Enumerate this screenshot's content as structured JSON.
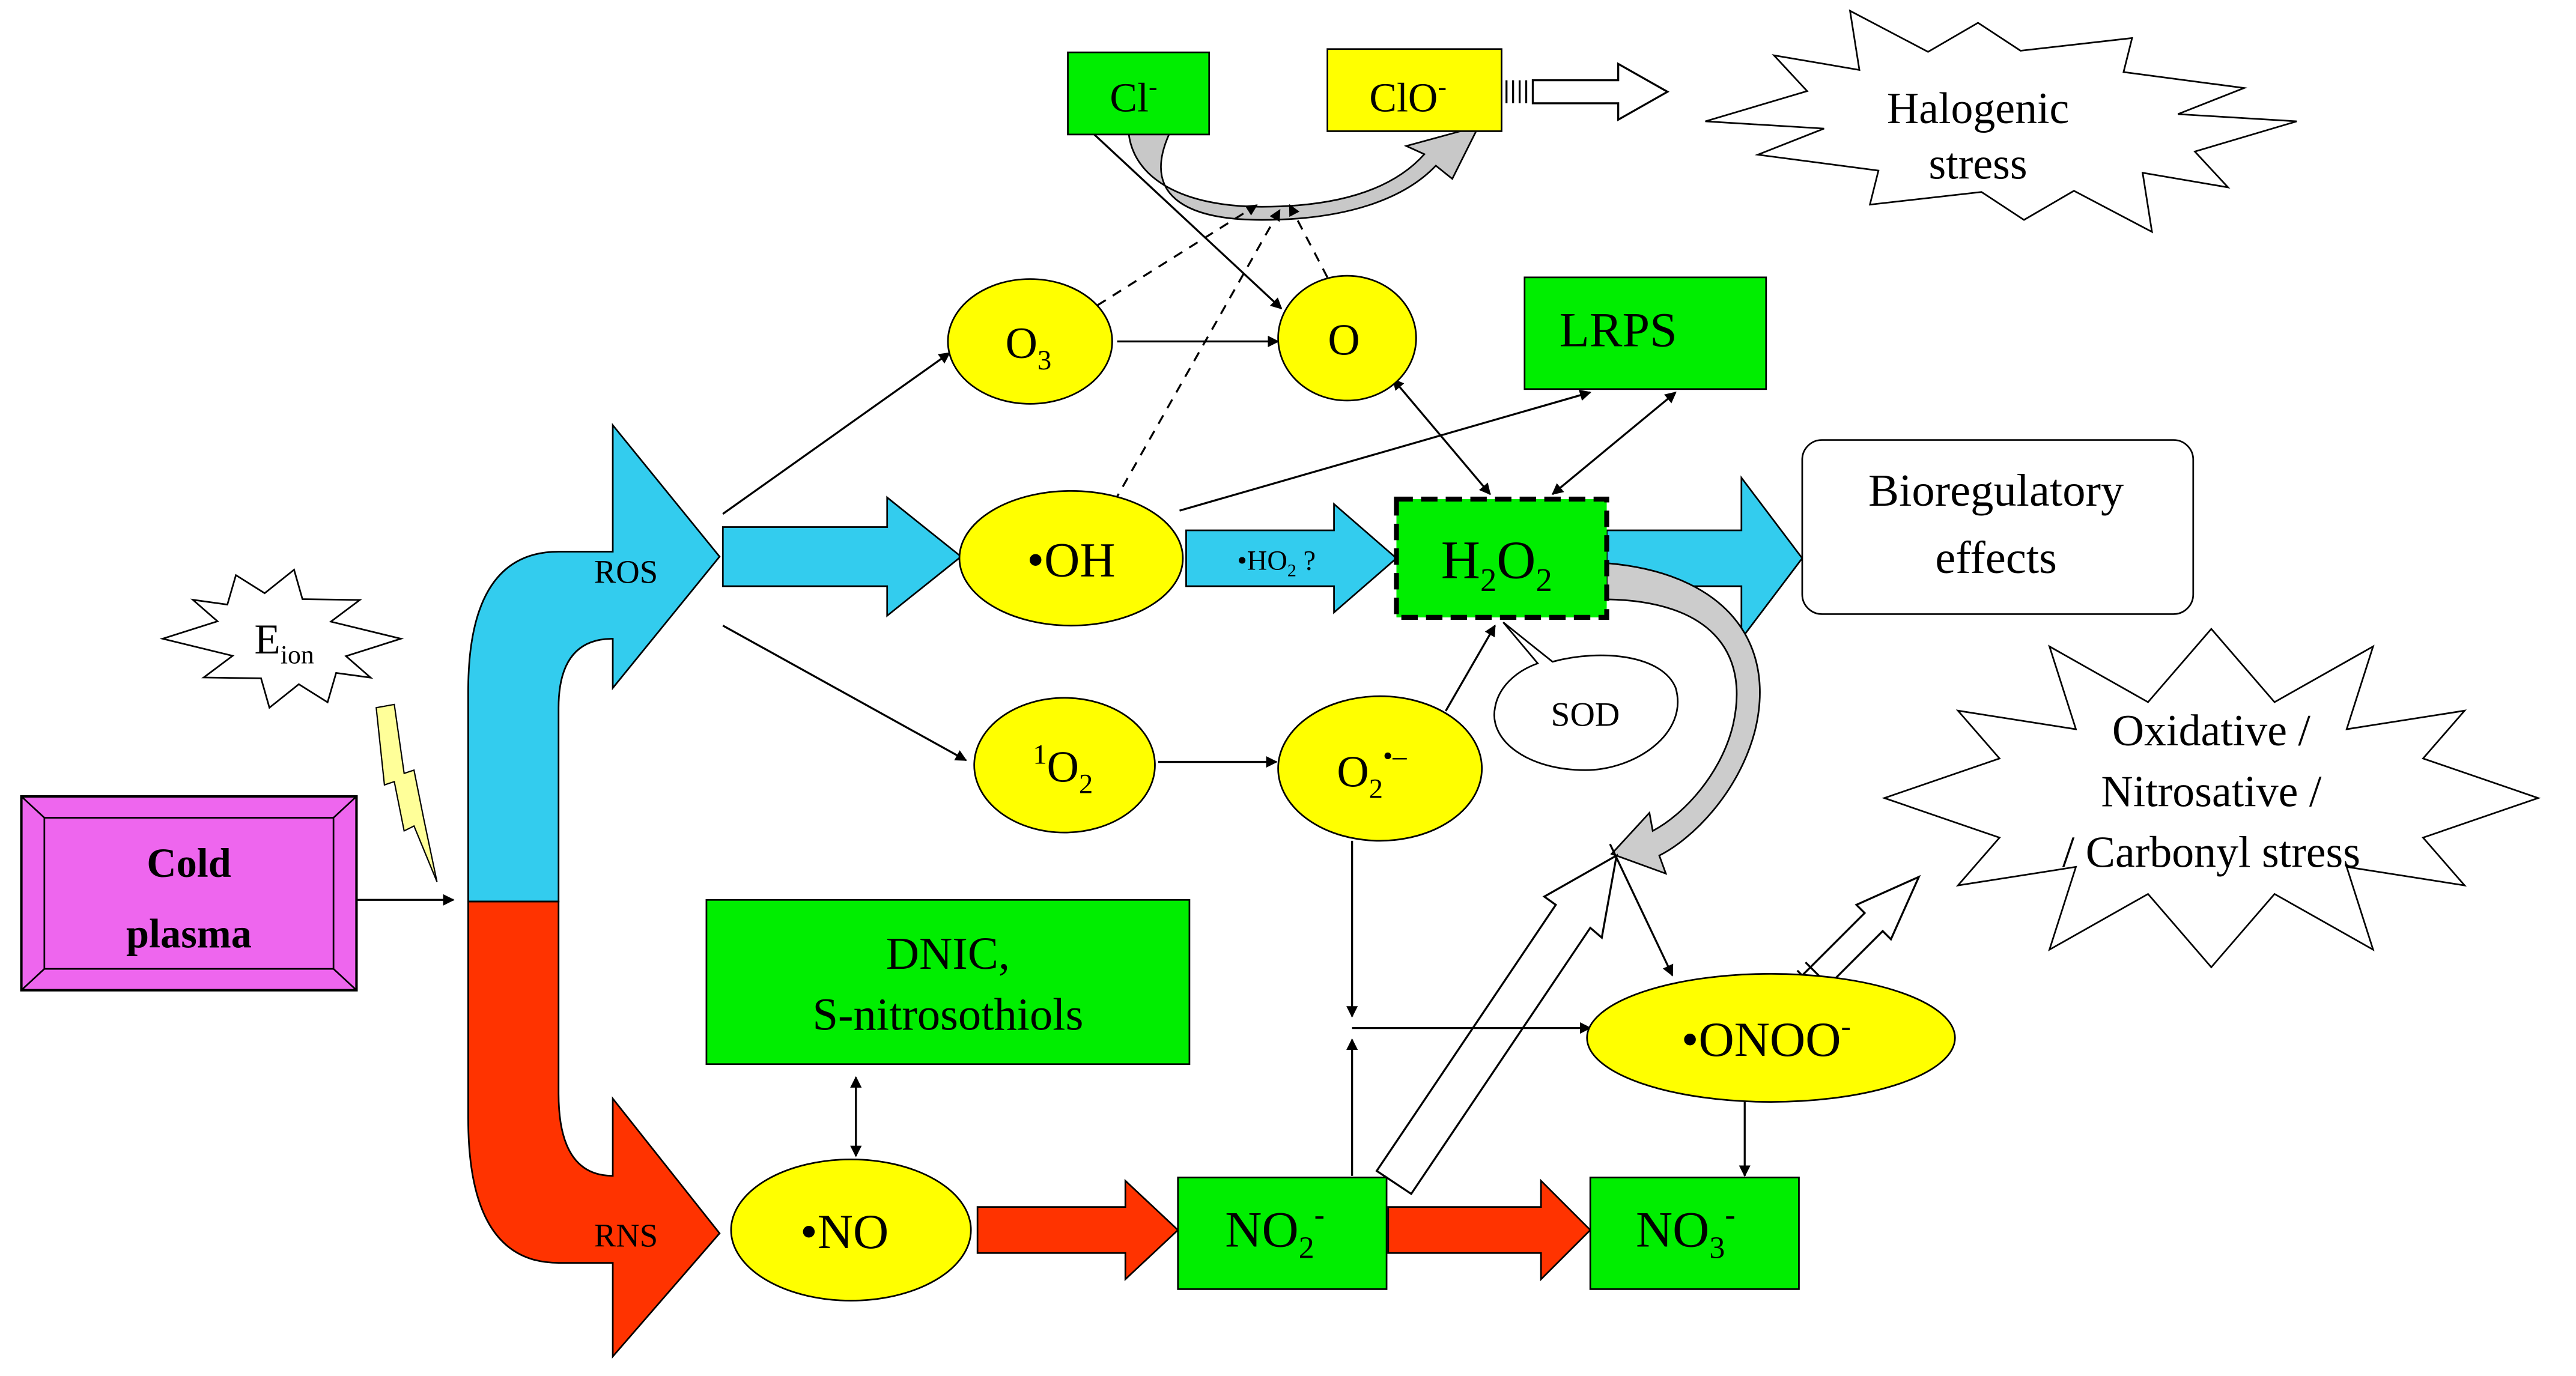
{
  "nodes": {
    "cold_plasma": {
      "line1": "Cold",
      "line2": "plasma"
    },
    "e_ion": {
      "base": "E",
      "sub": "ion"
    },
    "ros": "ROS",
    "rns": "RNS",
    "o3": {
      "base": "O",
      "sub": "3"
    },
    "oh": "•OH",
    "singlet_o2": {
      "sup": "1",
      "base": "O",
      "sub": "2"
    },
    "no": "•NO",
    "o_atom": "O",
    "superoxide": {
      "base": "O",
      "sub": "2",
      "sup": "•–"
    },
    "onoo": {
      "base": "•ONOO",
      "sup": "-"
    },
    "h2o2": {
      "p1": "H",
      "s1": "2",
      "p2": "O",
      "s2": "2"
    },
    "cl": {
      "base": "Cl",
      "sup": "-"
    },
    "clo": {
      "base": "ClO",
      "sup": "-"
    },
    "lrps": "LRPS",
    "dnic": {
      "line1": "DNIC,",
      "line2": "S-nitrosothiols"
    },
    "no2": {
      "base": "NO",
      "sub": "2",
      "sup": "-"
    },
    "no3": {
      "base": "NO",
      "sub": "3",
      "sup": "-"
    },
    "ho2": {
      "pre": "•HO",
      "sub": "2",
      "post": " ?"
    },
    "sod": "SOD",
    "bioregulatory": {
      "line1": "Bioregulatory",
      "line2": "effects"
    },
    "halogenic": {
      "line1": "Halogenic",
      "line2": "stress"
    },
    "oxidative": {
      "line1": "Oxidative /",
      "line2": "Nitrosative /",
      "line3": "/ Carbonyl stress"
    }
  },
  "colors": {
    "ros_cyan": "#33ccee",
    "rns_red": "#ff3300",
    "species_yellow": "#ffff00",
    "product_green": "#00ee00",
    "plasma_magenta": "#ee66ee",
    "lightning_yellow": "#ffff99"
  }
}
